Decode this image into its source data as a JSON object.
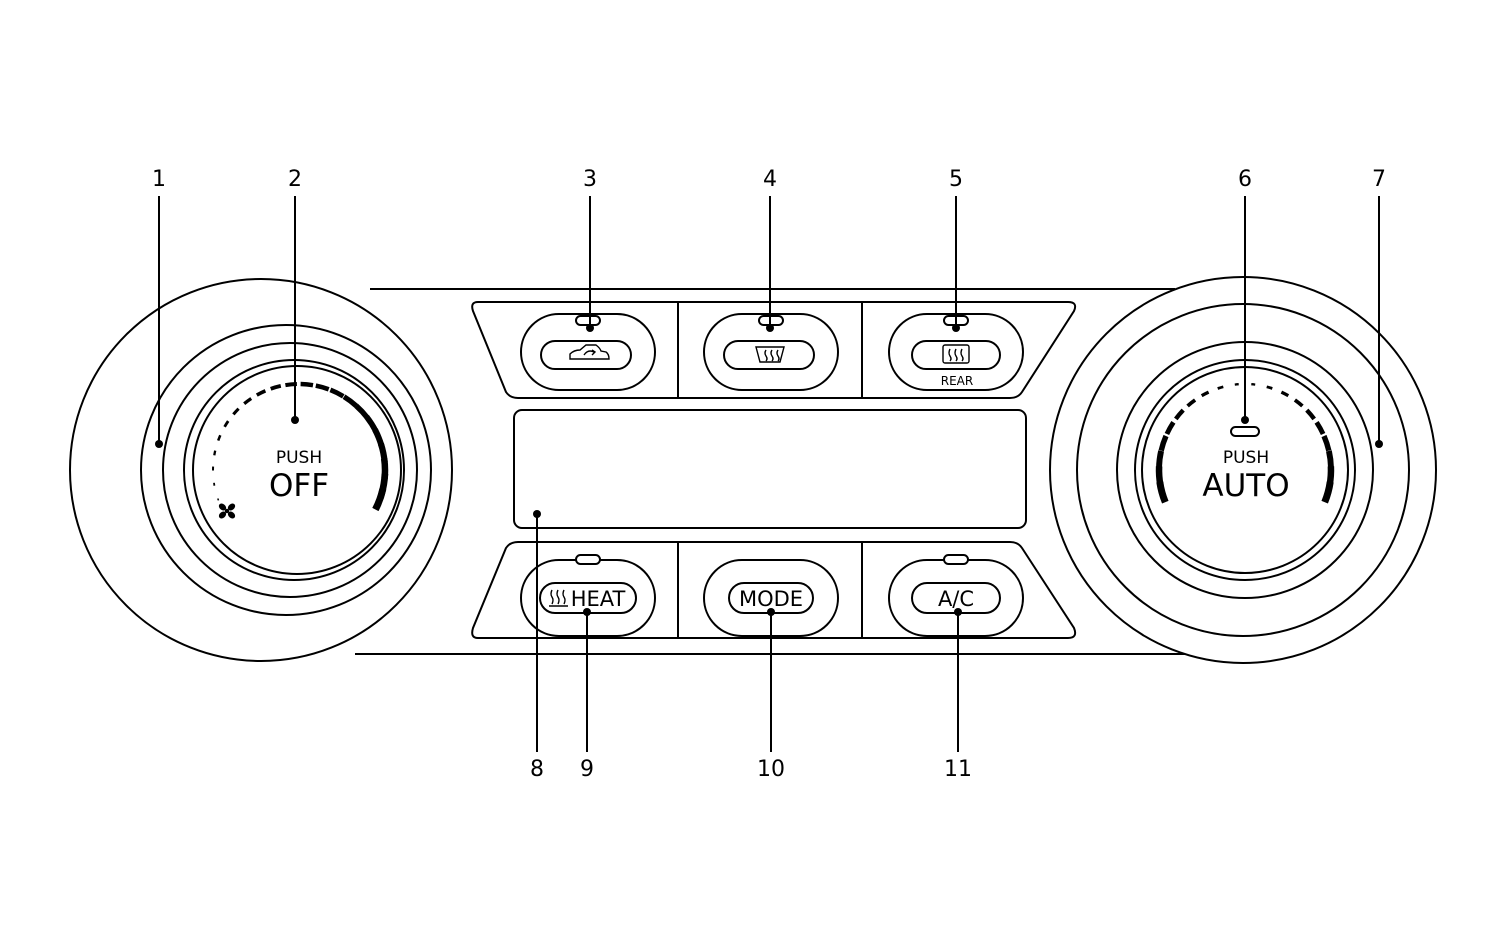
{
  "callouts": [
    "1",
    "2",
    "3",
    "4",
    "5",
    "6",
    "7",
    "8",
    "9",
    "10",
    "11"
  ],
  "left_knob": {
    "push": "PUSH",
    "label": "OFF",
    "icon": "fan-icon"
  },
  "right_knob": {
    "push": "PUSH",
    "label": "AUTO"
  },
  "top_buttons": [
    {
      "icon": "recirculation-icon"
    },
    {
      "icon": "front-defrost-icon"
    },
    {
      "icon": "rear-defrost-icon",
      "sublabel": "REAR"
    }
  ],
  "bottom_buttons": [
    {
      "label": "HEAT",
      "icon": "seat-heater-icon"
    },
    {
      "label": "MODE"
    },
    {
      "label": "A/C"
    }
  ],
  "colors": {
    "line": "#000000",
    "background": "#ffffff"
  }
}
